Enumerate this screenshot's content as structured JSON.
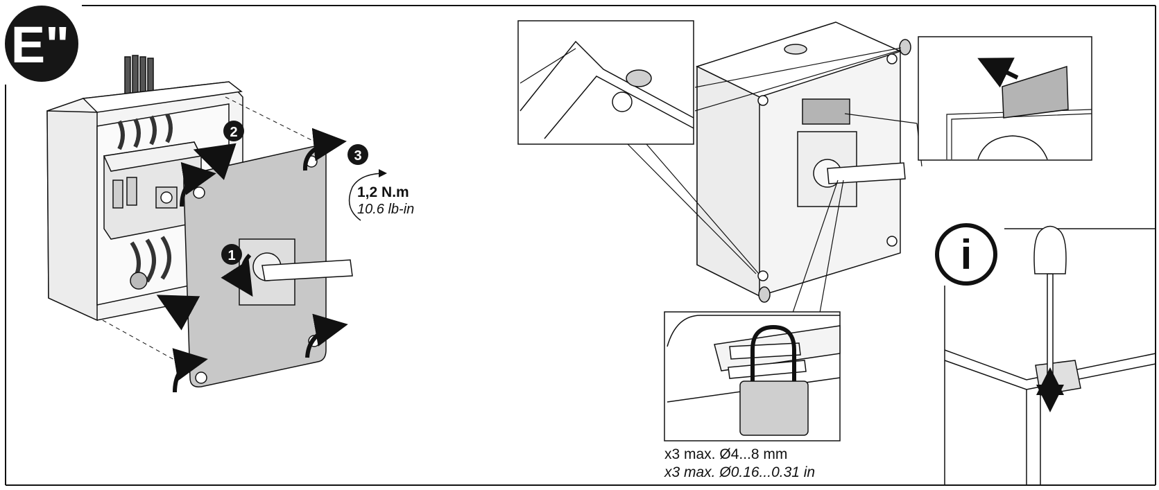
{
  "section_badge": "E\"",
  "steps": [
    "1",
    "2",
    "3"
  ],
  "torque": {
    "metric": "1,2 N.m",
    "imperial": "10.6 lb-in"
  },
  "padlock": {
    "metric": "x3 max. Ø4...8 mm",
    "imperial": "x3 max. Ø0.16...0.31 in"
  },
  "info_badge": "i",
  "colors": {
    "ink": "#111111",
    "panel_fill": "#c8c8c8",
    "enclosure_fill": "#f4f4f4",
    "label_fill": "#b4b4b4"
  }
}
